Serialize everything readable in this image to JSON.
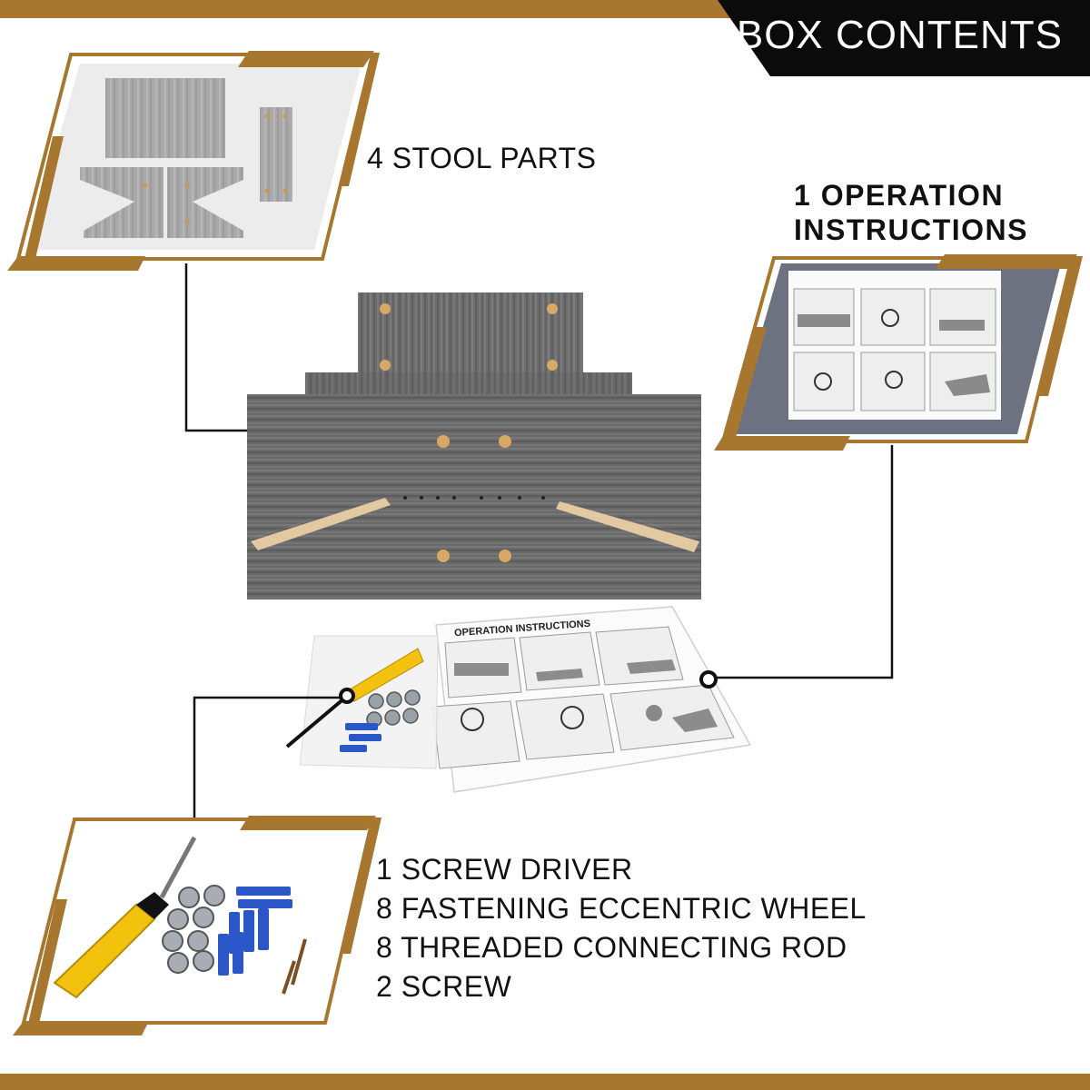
{
  "header": {
    "title": "BOX CONTENTS"
  },
  "colors": {
    "accent_gold": "#a8772f",
    "title_bg": "#0b0b0b",
    "wood_gray": "#6f6f6f",
    "blue_bolt": "#2b56c7",
    "driver_yellow": "#f2c20f"
  },
  "callouts": {
    "stool_parts": "4 STOOL PARTS",
    "instructions": {
      "line1": "1 OPERATION",
      "line2": "INSTRUCTIONS"
    },
    "hardware": [
      "1 SCREW DRIVER",
      "8 FASTENING ECCENTRIC WHEEL",
      "8 THREADED CONNECTING ROD",
      "2 SCREW"
    ]
  },
  "sheet": {
    "header": "OPERATION INSTRUCTIONS"
  },
  "icons": {
    "screwdriver": "screwdriver-icon",
    "hardware": "eccentric-wheel-icon",
    "stool": "wooden-stool-illustration"
  }
}
